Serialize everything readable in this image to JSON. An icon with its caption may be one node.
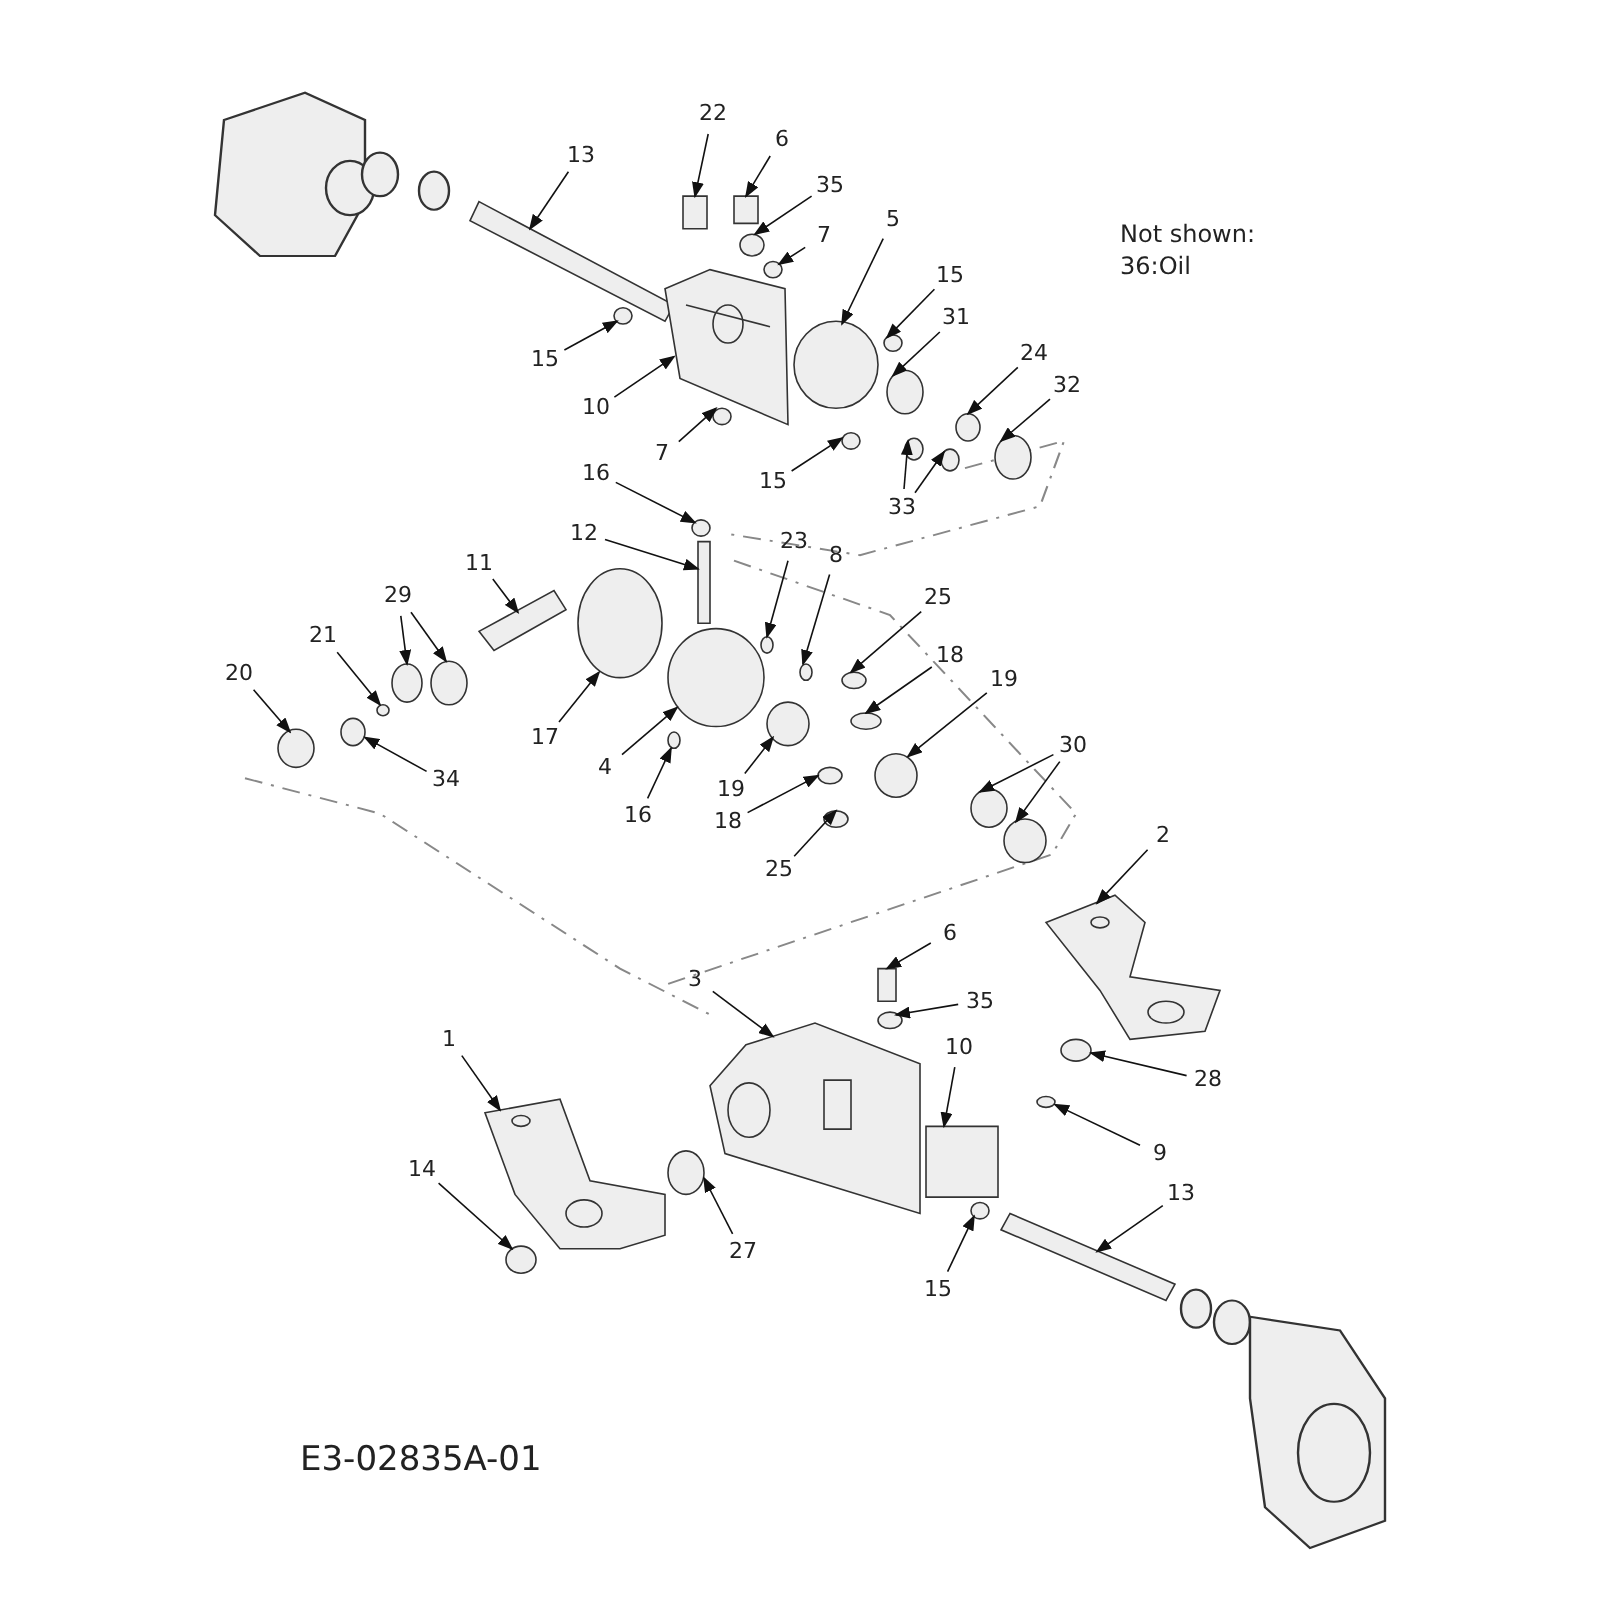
{
  "diagram": {
    "caption": "E3-02835A-01",
    "nodes": [
      {
        "text": [
          "13"
        ]
      },
      {
        "text": [
          "22"
        ]
      },
      {
        "text": [
          "6"
        ]
      },
      {
        "text": [
          "35"
        ]
      },
      {
        "text": [
          "5"
        ]
      },
      {
        "text": [
          "7"
        ]
      },
      {
        "text": [
          "15"
        ]
      },
      {
        "text": [
          "31"
        ]
      },
      {
        "text": [
          "24"
        ]
      },
      {
        "text": [
          "32"
        ]
      },
      {
        "text": [
          "15"
        ]
      },
      {
        "text": [
          "10"
        ]
      },
      {
        "text": [
          "7"
        ]
      },
      {
        "text": [
          "15"
        ]
      },
      {
        "text": [
          "33"
        ]
      },
      {
        "text": [
          "16"
        ]
      },
      {
        "text": [
          "12"
        ]
      },
      {
        "text": [
          "23"
        ]
      },
      {
        "text": [
          "8"
        ]
      },
      {
        "text": [
          "11"
        ]
      },
      {
        "text": [
          "29"
        ]
      },
      {
        "text": [
          "25"
        ]
      },
      {
        "text": [
          "21"
        ]
      },
      {
        "text": [
          "18"
        ]
      },
      {
        "text": [
          "20"
        ]
      },
      {
        "text": [
          "19"
        ]
      },
      {
        "text": [
          "34"
        ]
      },
      {
        "text": [
          "17"
        ]
      },
      {
        "text": [
          "4"
        ]
      },
      {
        "text": [
          "16"
        ]
      },
      {
        "text": [
          "19"
        ]
      },
      {
        "text": [
          "30"
        ]
      },
      {
        "text": [
          "18"
        ]
      },
      {
        "text": [
          "25"
        ]
      },
      {
        "text": [
          "2"
        ]
      },
      {
        "text": [
          "6"
        ]
      },
      {
        "text": [
          "35"
        ]
      },
      {
        "text": [
          "3"
        ]
      },
      {
        "text": [
          "10"
        ]
      },
      {
        "text": [
          "28"
        ]
      },
      {
        "text": [
          "9"
        ]
      },
      {
        "text": [
          "1"
        ]
      },
      {
        "text": [
          "13"
        ]
      },
      {
        "text": [
          "14"
        ]
      },
      {
        "text": [
          "27"
        ]
      },
      {
        "text": [
          "15"
        ]
      },
      {
        "text": [],
        "shape": "bar"
      },
      {
        "text": [],
        "shape": "box"
      },
      {
        "text": [],
        "shape": "box"
      },
      {
        "text": [],
        "shape": "circle"
      },
      {
        "text": [],
        "shape": "circle"
      },
      {
        "text": [],
        "shape": "circle"
      },
      {
        "text": [],
        "shape": "circle"
      },
      {
        "text": [],
        "shape": "circle"
      },
      {
        "text": [],
        "shape": "circle"
      },
      {
        "text": [],
        "shape": "circle"
      },
      {
        "text": [],
        "shape": "circle"
      },
      {
        "text": [],
        "shape": "picture"
      },
      {
        "text": [],
        "shape": "circle"
      },
      {
        "text": [],
        "shape": "circle"
      },
      {
        "text": [],
        "shape": "circle"
      },
      {
        "text": [],
        "shape": "circle"
      },
      {
        "text": [],
        "shape": "circle"
      },
      {
        "text": [],
        "shape": "box"
      },
      {
        "text": [],
        "shape": "circle"
      },
      {
        "text": [],
        "shape": "circle"
      },
      {
        "text": [],
        "shape": "bar"
      },
      {
        "text": [],
        "shape": "circle"
      },
      {
        "text": [],
        "shape": "circle"
      },
      {
        "text": [],
        "shape": "circle"
      },
      {
        "text": [],
        "shape": "circle"
      },
      {
        "text": [],
        "shape": "circle"
      },
      {
        "text": [],
        "shape": "circle"
      },
      {
        "text": [],
        "shape": "circle"
      },
      {
        "text": [],
        "shape": "circle"
      },
      {
        "text": [],
        "shape": "circle"
      },
      {
        "text": [],
        "shape": "circle"
      },
      {
        "text": [],
        "shape": "circle"
      },
      {
        "text": [],
        "shape": "circle"
      },
      {
        "text": [],
        "shape": "circle"
      },
      {
        "text": [],
        "shape": "circle"
      },
      {
        "text": [],
        "shape": "circle"
      },
      {
        "text": [],
        "shape": "circle"
      },
      {
        "text": [],
        "shape": "picture"
      },
      {
        "text": [],
        "shape": "box"
      },
      {
        "text": [],
        "shape": "circle"
      },
      {
        "text": [],
        "shape": "picture"
      },
      {
        "text": [],
        "shape": "box"
      },
      {
        "text": [],
        "shape": "circle"
      },
      {
        "text": [],
        "shape": "circle"
      },
      {
        "text": [],
        "shape": "picture"
      },
      {
        "text": [],
        "shape": "bar"
      },
      {
        "text": [],
        "shape": "circle"
      },
      {
        "text": [],
        "shape": "circle"
      },
      {
        "text": [],
        "shape": "circle"
      }
    ],
    "edges": [
      {
        "from": 0,
        "to": 46,
        "arrow": "to"
      },
      {
        "from": 1,
        "to": 47,
        "arrow": "to"
      },
      {
        "from": 2,
        "to": 48,
        "arrow": "to"
      },
      {
        "from": 3,
        "to": 49,
        "arrow": "to"
      },
      {
        "from": 4,
        "to": 50,
        "arrow": "to"
      },
      {
        "from": 5,
        "to": 51,
        "arrow": "to"
      },
      {
        "from": 6,
        "to": 52,
        "arrow": "to"
      },
      {
        "from": 7,
        "to": 53,
        "arrow": "to"
      },
      {
        "from": 8,
        "to": 54,
        "arrow": "to"
      },
      {
        "from": 9,
        "to": 55,
        "arrow": "to"
      },
      {
        "from": 10,
        "to": 56,
        "arrow": "to"
      },
      {
        "from": 11,
        "to": 57,
        "arrow": "to"
      },
      {
        "from": 12,
        "to": 58,
        "arrow": "to"
      },
      {
        "from": 13,
        "to": 59,
        "arrow": "to"
      },
      {
        "from": 14,
        "to": 60,
        "arrow": "to"
      },
      {
        "from": 14,
        "to": 61,
        "arrow": "to"
      },
      {
        "from": 15,
        "to": 62,
        "arrow": "to"
      },
      {
        "from": 16,
        "to": 63,
        "arrow": "to"
      },
      {
        "from": 17,
        "to": 64,
        "arrow": "to"
      },
      {
        "from": 18,
        "to": 65,
        "arrow": "to"
      },
      {
        "from": 19,
        "to": 66,
        "arrow": "to"
      },
      {
        "from": 20,
        "to": 67,
        "arrow": "to"
      },
      {
        "from": 20,
        "to": 68,
        "arrow": "to"
      },
      {
        "from": 21,
        "to": 69,
        "arrow": "to"
      },
      {
        "from": 22,
        "to": 70,
        "arrow": "to"
      },
      {
        "from": 23,
        "to": 71,
        "arrow": "to"
      },
      {
        "from": 24,
        "to": 72,
        "arrow": "to"
      },
      {
        "from": 25,
        "to": 73,
        "arrow": "to"
      },
      {
        "from": 26,
        "to": 74,
        "arrow": "to"
      },
      {
        "from": 27,
        "to": 75,
        "arrow": "to"
      },
      {
        "from": 28,
        "to": 76,
        "arrow": "to"
      },
      {
        "from": 29,
        "to": 77,
        "arrow": "to"
      },
      {
        "from": 30,
        "to": 78,
        "arrow": "to"
      },
      {
        "from": 31,
        "to": 79,
        "arrow": "to"
      },
      {
        "from": 31,
        "to": 80,
        "arrow": "to"
      },
      {
        "from": 32,
        "to": 81,
        "arrow": "to"
      },
      {
        "from": 33,
        "to": 82,
        "arrow": "to"
      },
      {
        "from": 34,
        "to": 83,
        "arrow": "to"
      },
      {
        "from": 35,
        "to": 84,
        "arrow": "to"
      },
      {
        "from": 36,
        "to": 85,
        "arrow": "to"
      },
      {
        "from": 37,
        "to": 86,
        "arrow": "to"
      },
      {
        "from": 38,
        "to": 87,
        "arrow": "to"
      },
      {
        "from": 39,
        "to": 88,
        "arrow": "to"
      },
      {
        "from": 40,
        "to": 89,
        "arrow": "to"
      },
      {
        "from": 41,
        "to": 90,
        "arrow": "to"
      },
      {
        "from": 42,
        "to": 91,
        "arrow": "to"
      },
      {
        "from": 43,
        "to": 92,
        "arrow": "to"
      },
      {
        "from": 44,
        "to": 93,
        "arrow": "to"
      },
      {
        "from": 45,
        "to": 94,
        "arrow": "to"
      }
    ],
    "labels": [
      "Not shown:",
      "36:Oil"
    ]
  }
}
